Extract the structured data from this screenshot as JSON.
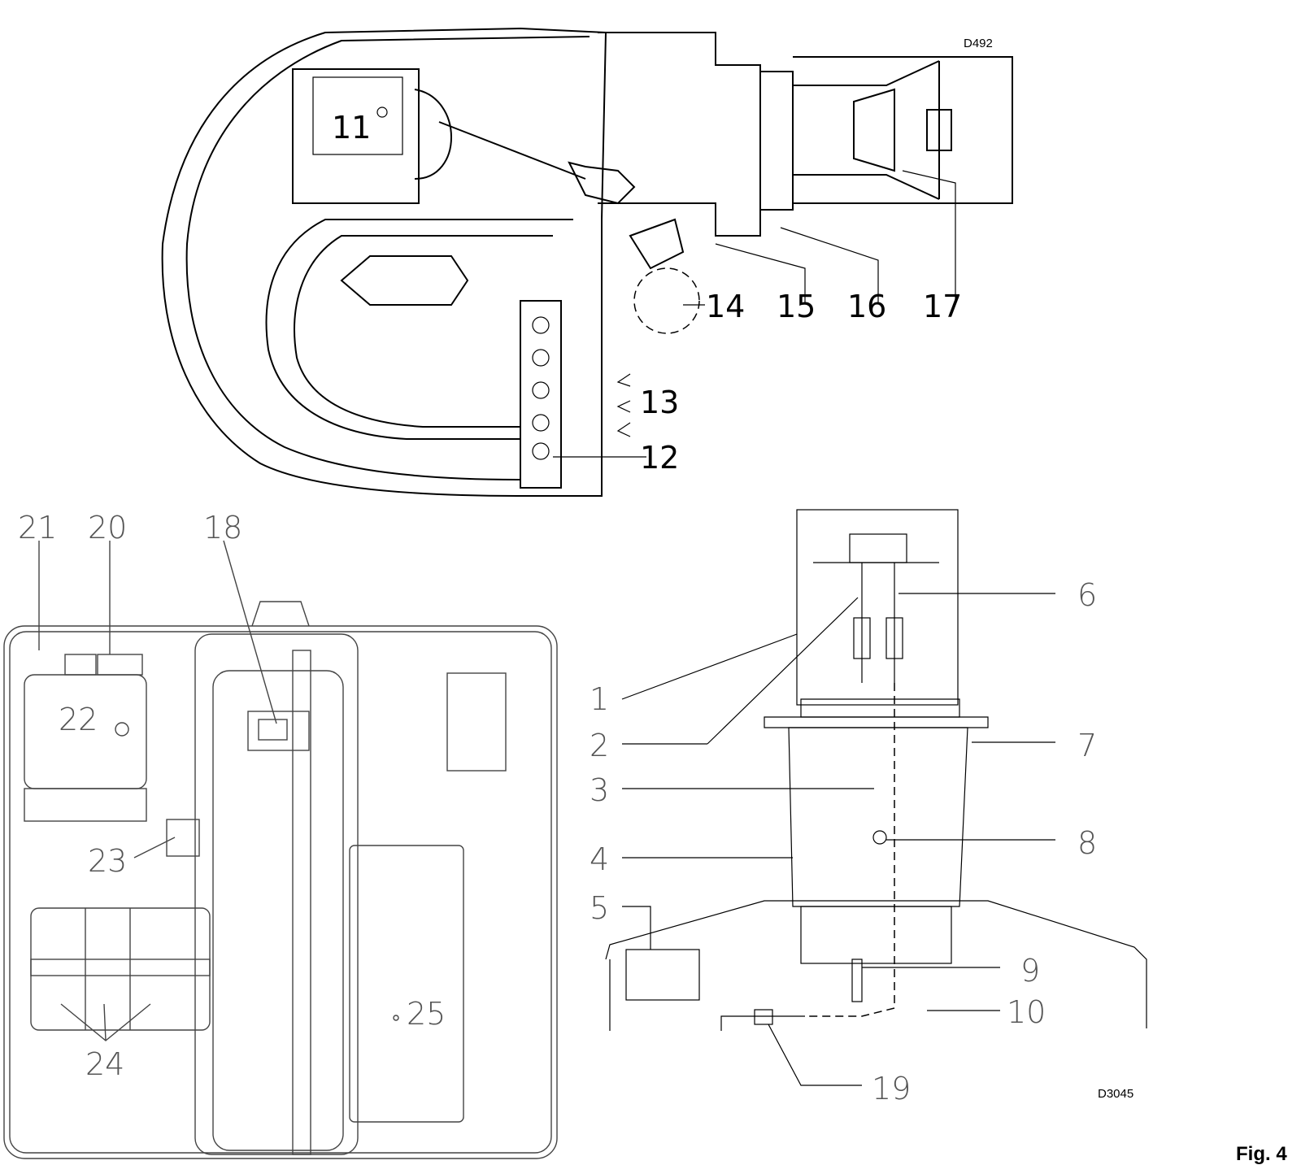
{
  "top_view": {
    "drawing_code": "D492",
    "labels": {
      "l11": "11",
      "l12": "12",
      "l13": "13",
      "l14": "14",
      "l15": "15",
      "l16": "16",
      "l17": "17"
    }
  },
  "control_panel_view": {
    "labels": {
      "l18": "18",
      "l20": "20",
      "l21": "21",
      "l22": "22",
      "l23": "23",
      "l24": "24",
      "l25": "25"
    }
  },
  "head_view": {
    "drawing_code": "D3045",
    "labels": {
      "l1": "1",
      "l2": "2",
      "l3": "3",
      "l4": "4",
      "l5": "5",
      "l6": "6",
      "l7": "7",
      "l8": "8",
      "l9": "9",
      "l10": "10",
      "l19": "19"
    }
  },
  "figure_label": "Fig. 4"
}
